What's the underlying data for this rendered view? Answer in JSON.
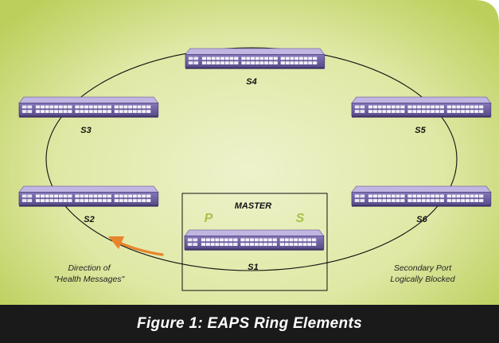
{
  "colors": {
    "background_center": "#eef2cc",
    "background_edge": "#bccf5c",
    "switch_body": "#6f5fa0",
    "switch_top": "#b6a9db",
    "port_letter": "#a9c24a",
    "arrow": "#e8842c",
    "caption_bar": "#1a1a1a"
  },
  "switches": [
    {
      "id": "s4",
      "label": "S4"
    },
    {
      "id": "s3",
      "label": "S3"
    },
    {
      "id": "s5",
      "label": "S5"
    },
    {
      "id": "s2",
      "label": "S2"
    },
    {
      "id": "s6",
      "label": "S6"
    },
    {
      "id": "s1",
      "label": "S1"
    }
  ],
  "master": {
    "label": "MASTER",
    "primary_port": "P",
    "secondary_port": "S"
  },
  "notes": {
    "direction_line1": "Direction of",
    "direction_line2": "\"Health Messages\"",
    "secondary_line1": "Secondary Port",
    "secondary_line2": "Logically Blocked"
  },
  "caption": "Figure 1: EAPS Ring Elements"
}
